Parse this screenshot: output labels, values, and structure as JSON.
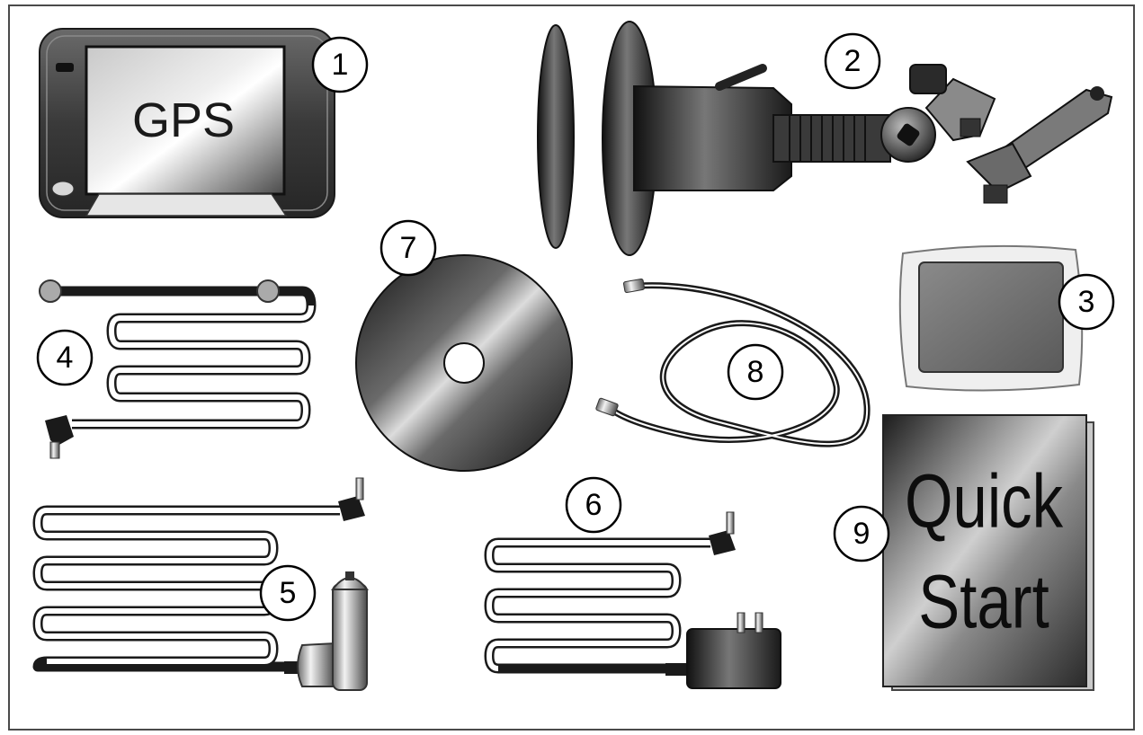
{
  "device_label": "GPS",
  "manual_title": {
    "line1": "Quick",
    "line2": "Start"
  },
  "callouts": [
    {
      "id": "gps-device",
      "number": "1",
      "icon": "gps-device-icon"
    },
    {
      "id": "windshield-mount",
      "number": "2",
      "icon": "suction-mount-icon"
    },
    {
      "id": "screen-cloth",
      "number": "3",
      "icon": "cloth-pouch-icon"
    },
    {
      "id": "external-antenna",
      "number": "4",
      "icon": "antenna-cable-icon"
    },
    {
      "id": "car-charger",
      "number": "5",
      "icon": "car-charger-icon"
    },
    {
      "id": "ac-adapter",
      "number": "6",
      "icon": "ac-adapter-icon"
    },
    {
      "id": "software-cd",
      "number": "7",
      "icon": "cd-icon"
    },
    {
      "id": "usb-cable",
      "number": "8",
      "icon": "usb-cable-icon"
    },
    {
      "id": "quick-start-guide",
      "number": "9",
      "icon": "manual-book-icon"
    }
  ],
  "colors": {
    "background": "#ffffff",
    "border": "#4a4a4a",
    "ink": "#111111"
  }
}
